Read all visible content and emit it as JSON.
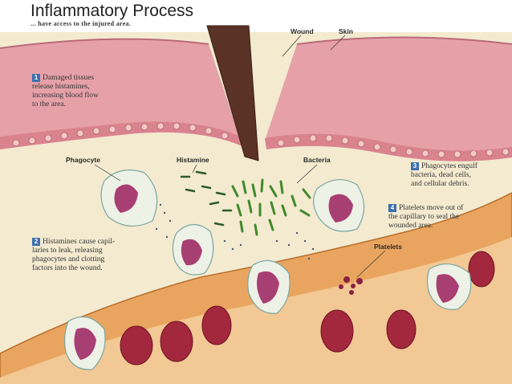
{
  "title": "Inflammatory Process",
  "subtitle": "... have access to the injured area.",
  "labels": {
    "wound": "Wound",
    "skin": "Skin",
    "phagocyte": "Phagocyte",
    "histamine": "Histamine",
    "bacteria": "Bacteria",
    "platelets": "Platelets"
  },
  "steps": [
    {
      "number": "1",
      "lines": [
        "Damaged tissues",
        "release histamines,",
        "increasing blood flow",
        "to the area."
      ]
    },
    {
      "number": "2",
      "lines": [
        "Histamines cause capil-",
        "laries to leak, releasing",
        "phagocytes and clotting",
        "factors into the wound."
      ]
    },
    {
      "number": "3",
      "lines": [
        "Phagocytes engulf",
        "bacteria, dead cells,",
        "and cellular debris."
      ]
    },
    {
      "number": "4",
      "lines": [
        "Platelets move out of",
        "the capillary to seal the",
        "wounded area."
      ]
    }
  ],
  "colors": {
    "skin": "#e8a6ab",
    "dermis": "#f2e7c4",
    "capillary": "#e9a55f",
    "rbc": "#a3283d",
    "phagocyte_nucleus": "#a83f73",
    "bacteria": "#3f8a2a",
    "step_badge": "#3b6fb0"
  }
}
